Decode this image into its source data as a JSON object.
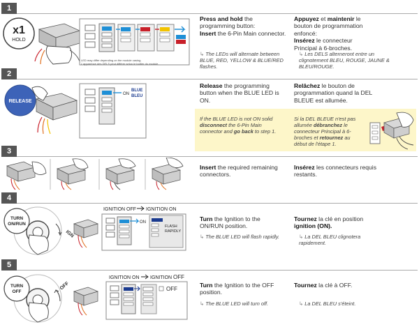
{
  "steps": [
    {
      "number": "1",
      "badge_main": "x1",
      "badge_sub": "HOLD",
      "panel_note_en": "LED may differ depending on the module casing.",
      "panel_note_fr": "L'apparence des DELS peut différer selon le boîtier du module.",
      "en_line1_bold": "Press and hold",
      "en_line1_rest": " the",
      "en_line2": "programming button:",
      "en_line3_bold": "Insert",
      "en_line3_rest": " the 6-Pin Main connector.",
      "en_note": "The LEDs will alternate between BLUE, RED, YELLOW & BLUE/RED flashes.",
      "fr_line1_bold1": "Appuyez",
      "fr_line1_mid": " et ",
      "fr_line1_bold2": "maintenir",
      "fr_line1_rest": " le",
      "fr_line2": "bouton de programmation",
      "fr_line3": "enfoncé:",
      "fr_line4_bold": "Insérez",
      "fr_line4_rest": " le connecteur",
      "fr_line5": "Principal à 6-broches.",
      "fr_note": "Les DELS alterneront entre un clignotement BLEU, ROUGE, JAUNE & BLEU/ROUGE."
    },
    {
      "number": "2",
      "badge_main": "RELEASE",
      "led_on": "ON",
      "led_blue": "BLUE",
      "led_bleu": "BLEU",
      "en_line1_bold": "Release",
      "en_line1_rest": " the programming",
      "en_line2": "button when the BLUE LED is",
      "en_line3": "ON.",
      "fr_line1_bold": "Relâchez",
      "fr_line1_rest": " le bouton de",
      "fr_line2": "programmation quand la DEL",
      "fr_line3": "BLEUE est allumée.",
      "en_warn_1": "If the BLUE LED is not ON solid",
      "en_warn_2_bold": "disconnect",
      "en_warn_2_rest": " the 6-Pin Main",
      "en_warn_3_pre": "connector and ",
      "en_warn_3_bold": "go back",
      "en_warn_3_rest": " to step 1.",
      "fr_warn_1": "Si la DEL BLEUE n'est pas",
      "fr_warn_2_pre": "allumée ",
      "fr_warn_2_bold": "débranchez",
      "fr_warn_2_rest": " le",
      "fr_warn_3": "connecteur Principal à 6-",
      "fr_warn_4_pre": "broches et ",
      "fr_warn_4_bold": "retournez",
      "fr_warn_4_rest": " au",
      "fr_warn_5": "début de l'étape 1."
    },
    {
      "number": "3",
      "en_line1_bold": "Insert",
      "en_line1_rest": " the required remaining",
      "en_line2": "connectors.",
      "fr_line1_bold": "Insérez",
      "fr_line1_rest": " les connecteurs requis",
      "fr_line2": "restants."
    },
    {
      "number": "4",
      "badge_line1": "TURN",
      "badge_line2": "ON/RUN",
      "key_label": "IGN",
      "ign_off": "IGNITION OFF",
      "ign_on": "IGNITION ON",
      "led_on": "ON",
      "flash_1": "FLASH",
      "flash_2": "RAPIDLY",
      "en_line1_bold": "Turn",
      "en_line1_rest": " the Ignition to the",
      "en_line2": "ON/RUN position.",
      "en_note": "The BLUE LED will flash rapidly.",
      "fr_line1_bold": "Tournez",
      "fr_line1_rest": " la clé en position",
      "fr_line2": "ignition (ON).",
      "fr_note": "La DEL BLEU clignotera rapidement."
    },
    {
      "number": "5",
      "badge_line1": "TURN",
      "badge_line2": "OFF",
      "key_label": "OFF",
      "ign_on": "IGNITION ON",
      "ign_off_word1": "IGNITION",
      "ign_off_word2": "OFF",
      "led_off": "OFF",
      "en_line1_bold": "Turn",
      "en_line1_rest": " the Ignition to the OFF",
      "en_line2": "position.",
      "en_note": "The BLUE LED will turn off.",
      "fr_line1_bold": "Tournez",
      "fr_line1_rest": " la clé à OFF.",
      "fr_note": "La DEL BLEU s'éteint."
    }
  ],
  "return_glyph": "↳",
  "colors": {
    "blue": "#1e8fd6",
    "red": "#c8202a",
    "yellow": "#f2c300",
    "dark_blue": "#1a3a8f",
    "highlight": "#fdf6c9"
  }
}
